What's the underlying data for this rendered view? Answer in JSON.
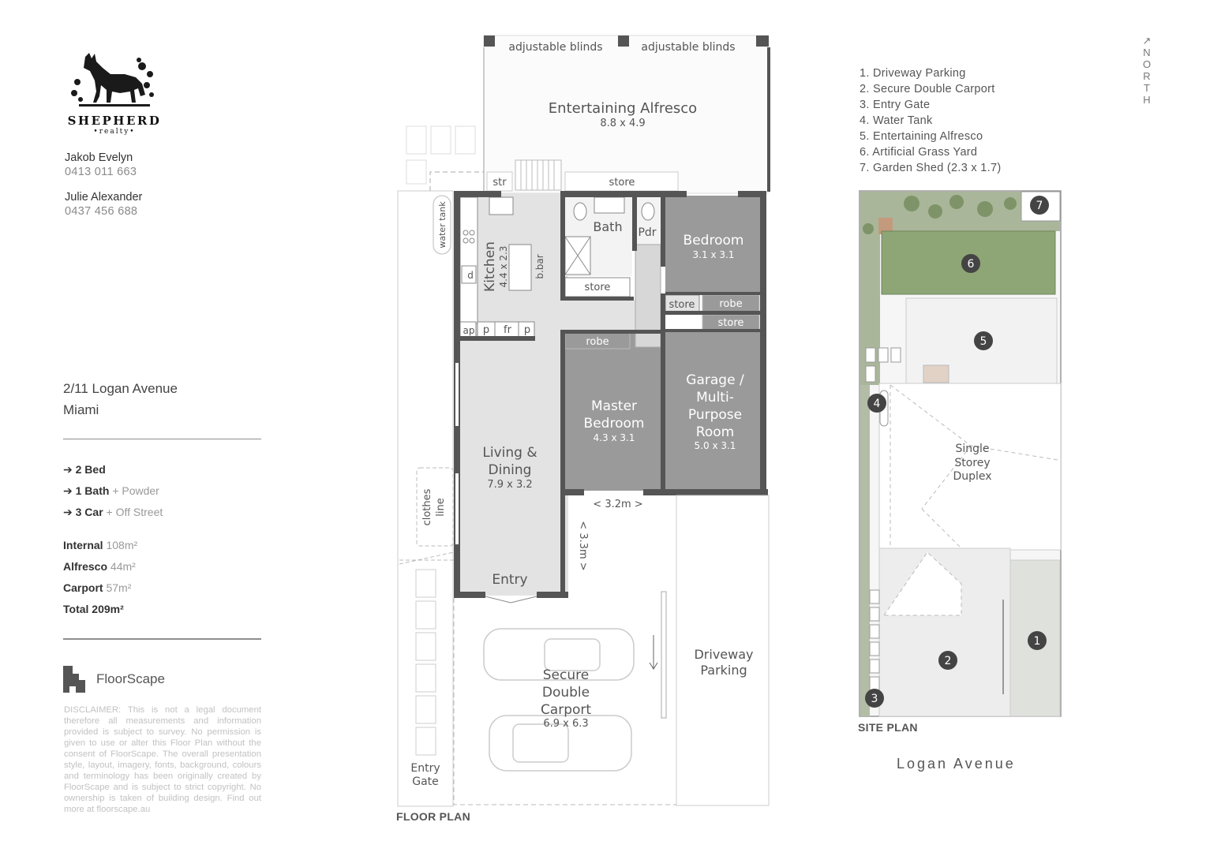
{
  "brand": {
    "name": "SHEPHERD",
    "sub": "•realty•"
  },
  "agents": [
    {
      "name": "Jakob Evelyn",
      "phone": "0413 011 663"
    },
    {
      "name": "Julie Alexander",
      "phone": "0437 456 688"
    }
  ],
  "address": {
    "line1": "2/11 Logan Avenue",
    "line2": "Miami"
  },
  "features": [
    {
      "main": "2 Bed",
      "extra": ""
    },
    {
      "main": "1 Bath",
      "extra": "+ Powder"
    },
    {
      "main": "3 Car",
      "extra": "+ Off Street"
    }
  ],
  "areas": [
    {
      "label": "Internal",
      "value": "108m²"
    },
    {
      "label": "Alfresco",
      "value": "44m²"
    },
    {
      "label": "Carport",
      "value": "57m²"
    },
    {
      "label": "Total",
      "value": "209m²"
    }
  ],
  "floorscape": {
    "name": "FloorScape"
  },
  "disclaimer": "DISCLAIMER: This is not a legal document therefore all measurements and information provided is subject to survey. No permission is given to use or alter this Floor Plan without the consent of FloorScape. The overall presentation style, layout, imagery, fonts, background, colours and terminology has been originally created by FloorScape and is subject to strict copyright. No ownership is taken of building design. Find out more at floorscape.au",
  "floor_plan": {
    "title": "FLOOR PLAN",
    "rooms": {
      "alfresco": {
        "name": "Entertaining Alfresco",
        "dim": "8.8 x 4.9"
      },
      "blinds_left": "adjustable blinds",
      "blinds_right": "adjustable blinds",
      "str": "str",
      "store_top": "store",
      "water_tank": "water tank",
      "kitchen": {
        "name": "Kitchen",
        "dim": "4.4 x 2.3"
      },
      "bbar": "b.bar",
      "d": "d",
      "ap": "ap",
      "p1": "p",
      "fr": "fr",
      "p2": "p",
      "bath": "Bath",
      "pdr": "Pdr",
      "store_bath": "store",
      "bedroom": {
        "name": "Bedroom",
        "dim": "3.1 x 3.1"
      },
      "store_hall": "store",
      "robe_bed": "robe",
      "store_garage": "store",
      "robe_master": "robe",
      "master": {
        "name1": "Master",
        "name2": "Bedroom",
        "dim": "4.3 x 3.1"
      },
      "garage": {
        "name1": "Garage /",
        "name2": "Multi-",
        "name3": "Purpose",
        "name4": "Room",
        "dim": "5.0 x 3.1"
      },
      "living": {
        "name1": "Living &",
        "name2": "Dining",
        "dim": "7.9 x 3.2"
      },
      "entry": "Entry",
      "clearance_h": "< 3.2m >",
      "clearance_v": "< 3.3m >",
      "clothes1": "clothes",
      "clothes2": "line",
      "carport": {
        "name1": "Secure",
        "name2": "Double",
        "name3": "Carport",
        "dim": "6.9 x 6.3"
      },
      "driveway1": "Driveway",
      "driveway2": "Parking",
      "gate1": "Entry",
      "gate2": "Gate"
    }
  },
  "site_plan": {
    "title": "SITE PLAN",
    "street": "Logan Avenue",
    "duplex1": "Single",
    "duplex2": "Storey",
    "duplex3": "Duplex",
    "legend": [
      "1. Driveway Parking",
      "2. Secure Double Carport",
      "3. Entry Gate",
      "4. Water Tank",
      "5. Entertaining Alfresco",
      "6. Artificial Grass Yard",
      "7. Garden Shed (2.3 x 1.7)"
    ],
    "markers": [
      "1",
      "2",
      "3",
      "4",
      "5",
      "6",
      "7"
    ]
  },
  "north": {
    "letters": [
      "N",
      "O",
      "R",
      "T",
      "H"
    ],
    "arrow": "↗"
  },
  "colors": {
    "wall": "#555555",
    "room_dark": "#9a9a9a",
    "room_light": "#e3e3e3",
    "grass": "#8ea675",
    "marker": "#444444"
  }
}
